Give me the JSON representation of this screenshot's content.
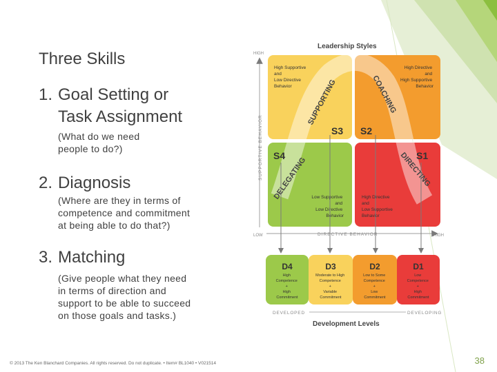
{
  "slide": {
    "title": "Three Skills",
    "items": [
      {
        "num": "1.",
        "line1": "Goal Setting or",
        "line2": "Task Assignment",
        "sub": [
          "(What do we need",
          "people to do?)"
        ]
      },
      {
        "num": "2.",
        "line1": "Diagnosis",
        "sub": [
          "(Where are they in terms of",
          "competence and commitment",
          "at being able to do that?)"
        ]
      },
      {
        "num": "3.",
        "line1": "Matching",
        "sub": [
          "(Give people what they need",
          "in terms of direction and",
          "support to be able to succeed",
          "on those goals and tasks.)"
        ]
      }
    ],
    "footer": "© 2013 The Ken Blanchard Companies. All rights reserved. Do not duplicate. • Item# BL1040 • V021514",
    "page_number": "38"
  },
  "diagram": {
    "title": "Leadership Styles",
    "axis_high": "HIGH",
    "axis_low": "LOW",
    "axis_high_x": "HIGH",
    "y_axis_label": "SUPPORTIVE BEHAVIOR",
    "x_axis_label": "DIRECTIVE BEHAVIOR",
    "quadrants": {
      "s3": {
        "code": "S3",
        "desc": [
          "High Supportive",
          "and",
          "Low Directive",
          "Behavior"
        ],
        "style": "SUPPORTING"
      },
      "s2": {
        "code": "S2",
        "desc": [
          "High Directive",
          "and",
          "High Supportive",
          "Behavior"
        ],
        "style": "COACHING"
      },
      "s4": {
        "code": "S4",
        "desc": [
          "Low Supportive",
          "and",
          "Low Directive",
          "Behavior"
        ],
        "style": "DELEGATING"
      },
      "s1": {
        "code": "S1",
        "desc": [
          "High Directive",
          "and",
          "Low Supportive",
          "Behavior"
        ],
        "style": "DIRECTING"
      }
    },
    "levels": [
      {
        "code": "D4",
        "lines": [
          "High",
          "Competence",
          "+",
          "High",
          "Commitment"
        ]
      },
      {
        "code": "D3",
        "lines": [
          "Moderate to High",
          "Competence",
          "+",
          "Variable",
          "Commitment"
        ]
      },
      {
        "code": "D2",
        "lines": [
          "Low to Some",
          "Competence",
          "+",
          "Low",
          "Commitment"
        ]
      },
      {
        "code": "D1",
        "lines": [
          "Low",
          "Competence",
          "+",
          "High",
          "Commitment"
        ]
      }
    ],
    "developed": "DEVELOPED",
    "developing": "DEVELOPING",
    "levels_title": "Development Levels",
    "colors": {
      "yellow": "#f9d25c",
      "orange": "#f39c2e",
      "green": "#9cc94a",
      "red": "#e93c3a",
      "accent": "#7fa14a"
    }
  }
}
